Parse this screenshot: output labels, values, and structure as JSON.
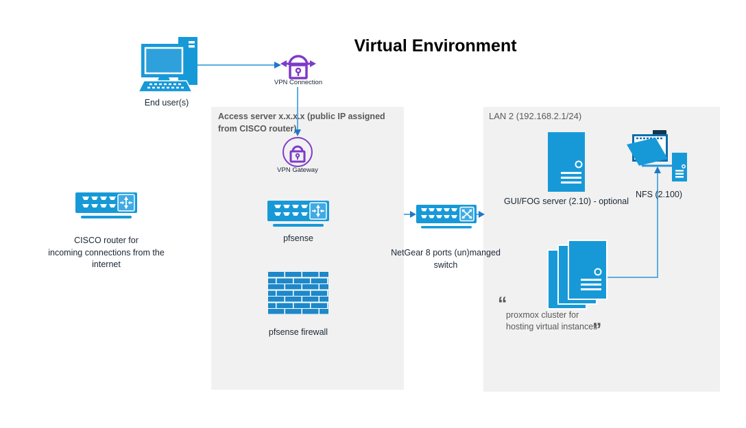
{
  "diagram_title": "Virtual Environment",
  "containers": {
    "access_server": {
      "title": "Access server x.x.x.x (public IP assigned\nfrom CISCO router)"
    },
    "lan2": {
      "title": "LAN 2 (192.168.2.1/24)"
    }
  },
  "nodes": {
    "end_user": {
      "label": "End user(s)"
    },
    "vpn_connection": {
      "label": "VPN Connection"
    },
    "vpn_gateway": {
      "label": "VPN Gateway"
    },
    "cisco_router": {
      "label": "CISCO router for\nincoming connections from the\ninternet"
    },
    "pfsense": {
      "label": "pfsense"
    },
    "pfsense_firewall": {
      "label": "pfsense firewall"
    },
    "netgear_switch": {
      "label": "NetGear 8 ports (un)manged\nswitch"
    },
    "gui_fog_server": {
      "label": "GUI/FOG server (2.10) - optional"
    },
    "nfs": {
      "label": "NFS (2.100)"
    },
    "proxmox": {
      "label": "proxmox cluster for\nhosting virtual instances",
      "open_quote": "“",
      "close_quote": "”"
    }
  },
  "colors": {
    "device_blue": "#1799D8",
    "screen_blue": "#2EA1DC",
    "dark_blue": "#0C6CAD",
    "brick_blue": "#1E88C8",
    "purple": "#7D3BC8",
    "connector_line": "#5AACDF",
    "connector_head": "#1E78C8",
    "container_fill": "#f1f1f1",
    "container_title": "#595959"
  }
}
